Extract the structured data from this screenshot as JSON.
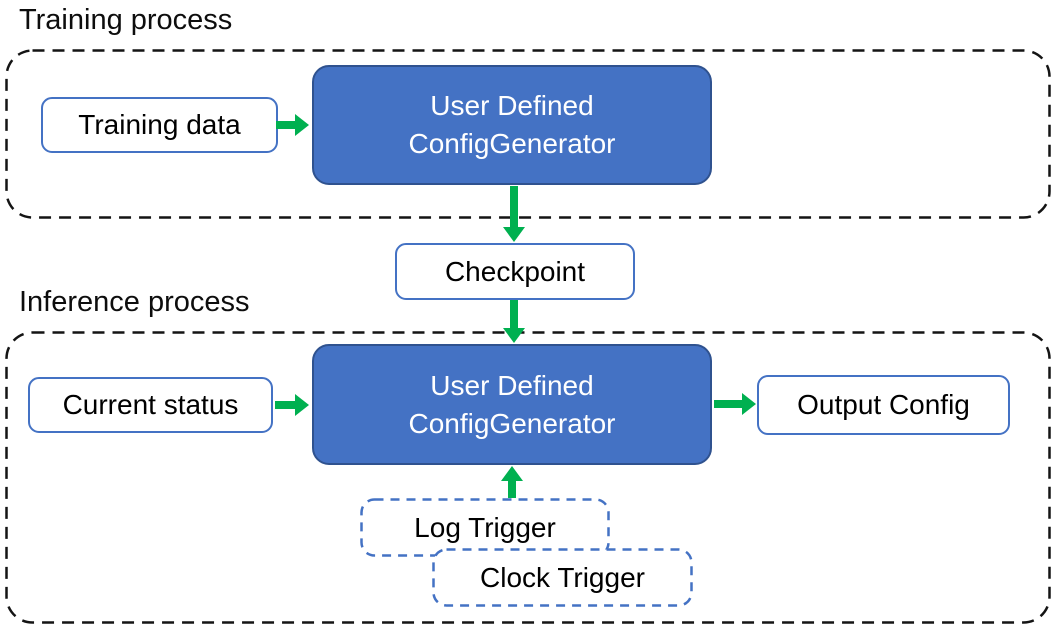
{
  "diagram": {
    "training": {
      "title": "Training process",
      "training_data_label": "Training data",
      "generator_line1": "User Defined",
      "generator_line2": "ConfigGenerator"
    },
    "checkpoint_label": "Checkpoint",
    "inference": {
      "title": "Inference process",
      "current_status_label": "Current status",
      "generator_line1": "User Defined",
      "generator_line2": "ConfigGenerator",
      "output_config_label": "Output Config",
      "log_trigger_label": "Log Trigger",
      "clock_trigger_label": "Clock Trigger"
    },
    "colors": {
      "generator_fill_blue": "#4472C4",
      "generator_border_dark_blue": "#2F528F",
      "io_box_outline_blue": "#4472C4",
      "trigger_dashed_blue": "#4472C4",
      "container_dashed_black": "#141414",
      "arrow_green": "#00B050",
      "generator_text_white": "#FFFFFF"
    }
  }
}
